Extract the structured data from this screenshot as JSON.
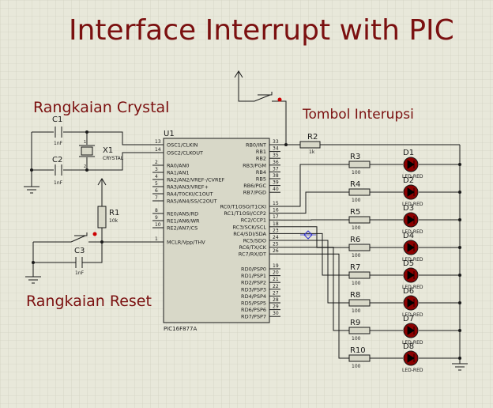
{
  "title": "Interface Interrupt with PIC",
  "labels": {
    "crystal": "Rangkaian Crystal",
    "reset": "Rangkaian Reset",
    "button": "Tombol Interupsi"
  },
  "mcu": {
    "ref": "U1",
    "part": "PIC16F877A",
    "left_pins": [
      {
        "num": "13",
        "name": "OSC1/CLKIN"
      },
      {
        "num": "14",
        "name": "OSC2/CLKOUT"
      },
      {
        "num": "2",
        "name": "RA0/AN0"
      },
      {
        "num": "3",
        "name": "RA1/AN1"
      },
      {
        "num": "4",
        "name": "RA2/AN2/VREF-/CVREF"
      },
      {
        "num": "5",
        "name": "RA3/AN3/VREF+"
      },
      {
        "num": "6",
        "name": "RA4/T0CKI/C1OUT"
      },
      {
        "num": "7",
        "name": "RA5/AN4/SS/C2OUT"
      },
      {
        "num": "8",
        "name": "RE0/AN5/RD"
      },
      {
        "num": "9",
        "name": "RE1/AN6/WR"
      },
      {
        "num": "10",
        "name": "RE2/AN7/CS"
      },
      {
        "num": "1",
        "name": "MCLR/Vpp/THV"
      }
    ],
    "right_pins": [
      {
        "num": "33",
        "name": "RB0/INT"
      },
      {
        "num": "34",
        "name": "RB1"
      },
      {
        "num": "35",
        "name": "RB2"
      },
      {
        "num": "36",
        "name": "RB3/PGM"
      },
      {
        "num": "37",
        "name": "RB4"
      },
      {
        "num": "38",
        "name": "RB5"
      },
      {
        "num": "39",
        "name": "RB6/PGC"
      },
      {
        "num": "40",
        "name": "RB7/PGD"
      },
      {
        "num": "15",
        "name": "RC0/T1OSO/T1CKI"
      },
      {
        "num": "16",
        "name": "RC1/T1OSI/CCP2"
      },
      {
        "num": "17",
        "name": "RC2/CCP1"
      },
      {
        "num": "18",
        "name": "RC3/SCK/SCL"
      },
      {
        "num": "23",
        "name": "RC4/SDI/SDA"
      },
      {
        "num": "24",
        "name": "RC5/SDO"
      },
      {
        "num": "25",
        "name": "RC6/TX/CK"
      },
      {
        "num": "26",
        "name": "RC7/RX/DT"
      },
      {
        "num": "19",
        "name": "RD0/PSP0"
      },
      {
        "num": "20",
        "name": "RD1/PSP1"
      },
      {
        "num": "21",
        "name": "RD2/PSP2"
      },
      {
        "num": "22",
        "name": "RD3/PSP3"
      },
      {
        "num": "27",
        "name": "RD4/PSP4"
      },
      {
        "num": "28",
        "name": "RD5/PSP5"
      },
      {
        "num": "29",
        "name": "RD6/PSP6"
      },
      {
        "num": "30",
        "name": "RD7/PSP7"
      }
    ]
  },
  "components": {
    "c1": {
      "ref": "C1",
      "value": "1nF"
    },
    "c2": {
      "ref": "C2",
      "value": "1nF"
    },
    "c3": {
      "ref": "C3",
      "value": "1nF"
    },
    "x1": {
      "ref": "X1",
      "value": "CRYSTAL",
      "pin1": "1",
      "pin2": "2"
    },
    "r1": {
      "ref": "R1",
      "value": "10k"
    },
    "r2": {
      "ref": "R2",
      "value": "1k"
    }
  },
  "led_rows": [
    {
      "res": "R3",
      "rval": "100",
      "led": "D1",
      "lval": "LED-RED"
    },
    {
      "res": "R4",
      "rval": "100",
      "led": "D2",
      "lval": "LED-RED"
    },
    {
      "res": "R5",
      "rval": "100",
      "led": "D3",
      "lval": "LED-RED"
    },
    {
      "res": "R6",
      "rval": "100",
      "led": "D4",
      "lval": "LED-RED"
    },
    {
      "res": "R7",
      "rval": "100",
      "led": "D5",
      "lval": "LED-RED"
    },
    {
      "res": "R8",
      "rval": "100",
      "led": "D6",
      "lval": "LED-RED"
    },
    {
      "res": "R9",
      "rval": "100",
      "led": "D7",
      "lval": "LED-RED"
    },
    {
      "res": "R10",
      "rval": "100",
      "led": "D8",
      "lval": "LED-RED"
    }
  ],
  "colors": {
    "title": "#7b1010",
    "wire": "#1a1a1a",
    "chip_fill": "#d8d8c8",
    "led": "#8b0000",
    "grid": "#c9c9b8",
    "button_dot": "#cc0000"
  }
}
